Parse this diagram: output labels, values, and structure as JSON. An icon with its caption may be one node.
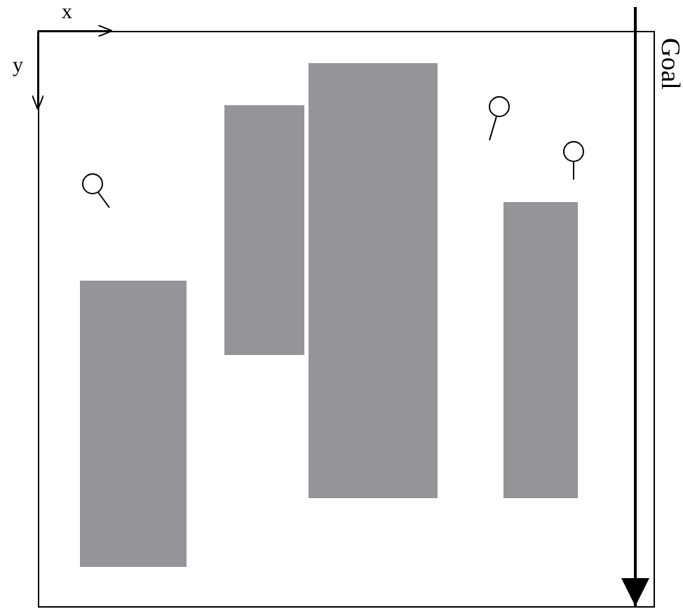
{
  "diagram": {
    "labels": [
      "x",
      "y",
      "Goal"
    ]
  }
}
